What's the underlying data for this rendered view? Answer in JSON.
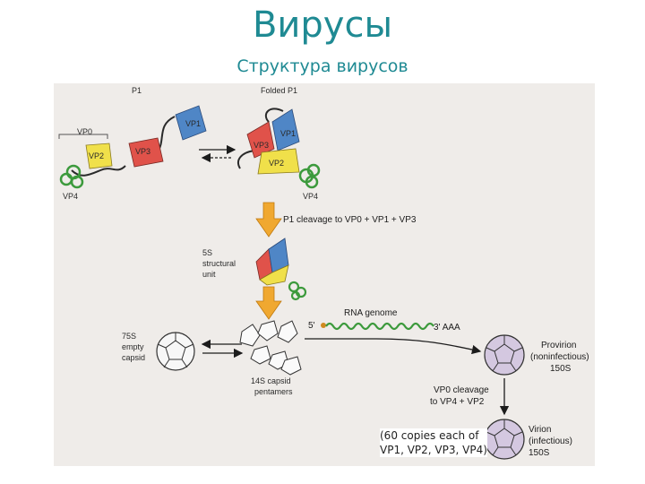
{
  "header": {
    "title": "Вирусы",
    "subtitle": "Структура вирусов"
  },
  "diagram": {
    "labels": {
      "p1": "P1",
      "folded_p1": "Folded P1",
      "vp0": "VP0",
      "vp1": "VP1",
      "vp2": "VP2",
      "vp3": "VP3",
      "vp4": "VP4",
      "cleavage1": "P1 cleavage to VP0 + VP1 + VP3",
      "unit_5s_1": "5S",
      "unit_5s_2": "structural",
      "unit_5s_3": "unit",
      "empty_1": "75S",
      "empty_2": "empty",
      "empty_3": "capsid",
      "pent_1": "14S capsid",
      "pent_2": "pentamers",
      "rna_5": "5'",
      "rna_title": "RNA genome",
      "rna_3": "3' AAA",
      "provirion_1": "Provirion",
      "provirion_2": "(noninfectious)",
      "provirion_3": "150S",
      "cleavage2_1": "VP0 cleavage",
      "cleavage2_2": "to VP4 + VP2",
      "virion_1": "Virion",
      "virion_2": "(infectious)",
      "virion_3": "150S"
    },
    "note": "(60 copies each of VP1, VP2, VP3, VP4)",
    "colors": {
      "vp1": "#4f86c6",
      "vp2": "#f0e04a",
      "vp3": "#e0524a",
      "vp4": "#3c9a3c",
      "arrow": "#f0a830",
      "title": "#1f8a93",
      "capsid": "#b8a8c8"
    }
  }
}
